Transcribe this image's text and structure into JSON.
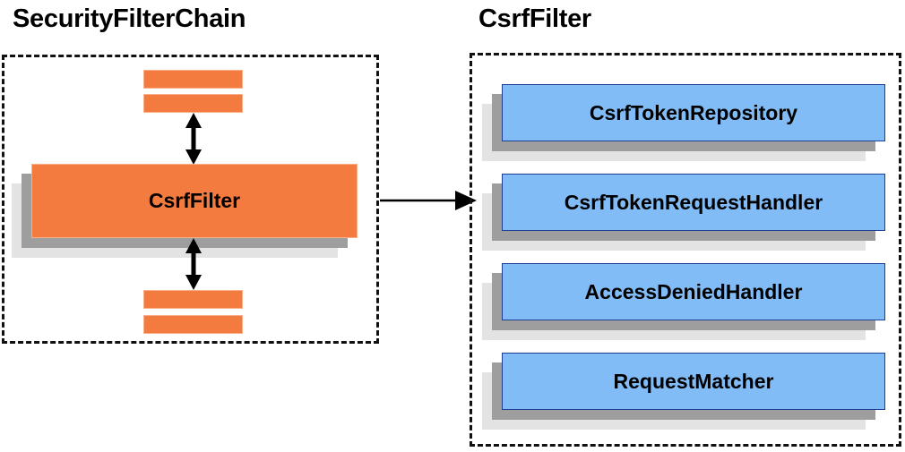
{
  "diagram": {
    "title_left": "SecurityFilterChain",
    "title_right": "CsrfFilter",
    "colors": {
      "orange_fill": "#f47b3f",
      "orange_border": "#f9b08a",
      "blue_fill": "#82bcf7",
      "blue_border": "#1c3f94",
      "shadow_mid": "#9e9e9e",
      "shadow_back": "#e3e3e3",
      "stroke": "#000000",
      "background": "#ffffff"
    }
  },
  "left_panel": {
    "title": "SecurityFilterChain",
    "top_bars": [
      {
        "label": ""
      },
      {
        "label": ""
      }
    ],
    "center_box": {
      "label": "CsrfFilter"
    },
    "bottom_bars": [
      {
        "label": ""
      },
      {
        "label": ""
      }
    ],
    "arrows": [
      {
        "name": "filter-chain-arrow-above",
        "direction": "bidirectional-vertical"
      },
      {
        "name": "filter-chain-arrow-below",
        "direction": "bidirectional-vertical"
      }
    ]
  },
  "right_panel": {
    "title": "CsrfFilter",
    "components": [
      {
        "label": "CsrfTokenRepository"
      },
      {
        "label": "CsrfTokenRequestHandler"
      },
      {
        "label": "AccessDeniedHandler"
      },
      {
        "label": "RequestMatcher"
      }
    ]
  },
  "connector": {
    "name": "csrf-filter-to-components-arrow",
    "direction": "left-to-right",
    "label": ""
  }
}
